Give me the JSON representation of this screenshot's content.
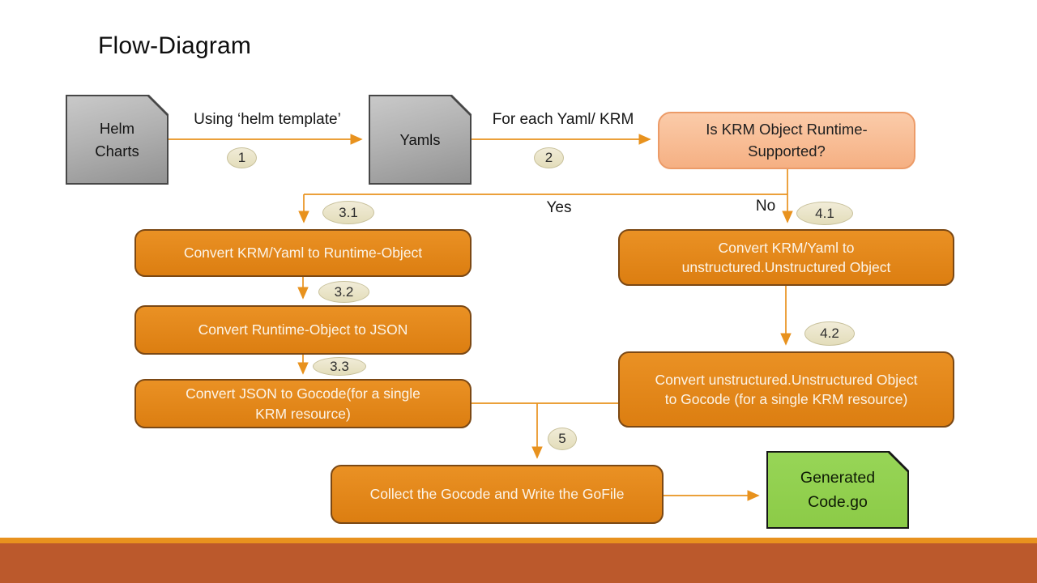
{
  "title": "Flow-Diagram",
  "nodes": {
    "helm_charts": {
      "label": "Helm Charts"
    },
    "yamls": {
      "label": "Yamls"
    },
    "decision": {
      "label": "Is KRM Object Runtime-Supported?"
    },
    "convert_krm_runtime": {
      "label": "Convert KRM/Yaml to Runtime-Object"
    },
    "convert_runtime_json": {
      "label": "Convert Runtime-Object to JSON"
    },
    "convert_json_gocode": {
      "label": "Convert JSON to Gocode(for a single KRM resource)"
    },
    "convert_krm_unstructured": {
      "label": "Convert KRM/Yaml to unstructured.Unstructured Object"
    },
    "convert_unstructured_gocode": {
      "label": "Convert unstructured.Unstructured Object to Gocode (for a single KRM resource)"
    },
    "collect_gocode": {
      "label": "Collect the Gocode and Write the GoFile"
    },
    "generated_code": {
      "label": "Generated Code.go"
    }
  },
  "edges": {
    "helm_to_yamls": {
      "label": "Using ‘helm template’",
      "badge": "1"
    },
    "yamls_to_decision": {
      "label": "For each Yaml/ KRM",
      "badge": "2"
    },
    "yes_branch": {
      "label": "Yes"
    },
    "no_branch": {
      "label": "No"
    },
    "badges": {
      "b31": "3.1",
      "b32": "3.2",
      "b33": "3.3",
      "b41": "4.1",
      "b42": "4.2",
      "b5": "5"
    }
  },
  "colors": {
    "arrow": "#E8921E",
    "process_fill": "#E18117",
    "process_border": "#7B4814",
    "decision_fill": "#F8C3A0",
    "gray_fill": "#ADADAD",
    "green_fill": "#8FCC48",
    "badge_fill": "#EBE6C9",
    "footer_strip": "#E8921E",
    "footer_band": "#BB592C"
  }
}
